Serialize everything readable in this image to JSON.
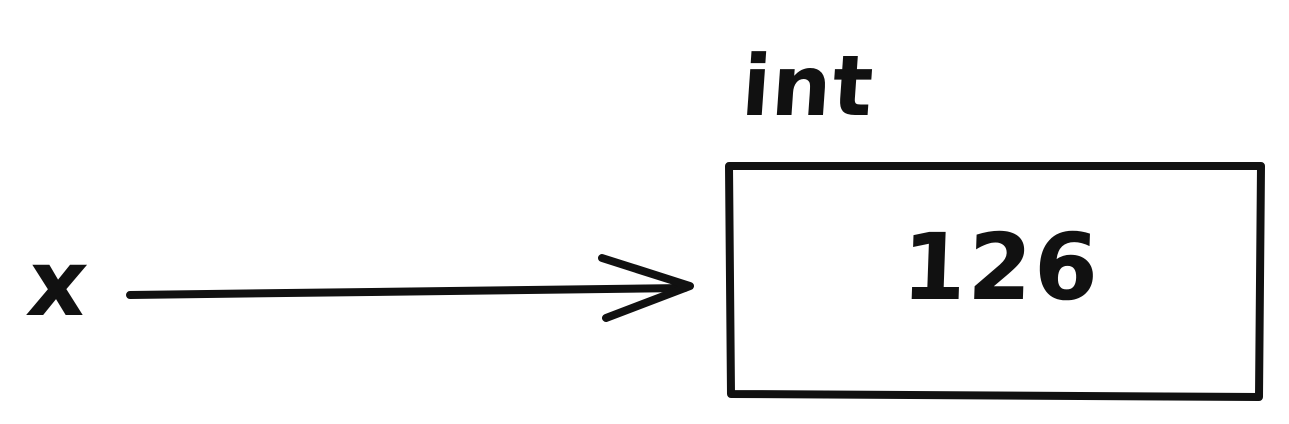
{
  "variable": {
    "name": "x"
  },
  "object": {
    "type": "int",
    "value": "126"
  },
  "colors": {
    "ink": "#111111",
    "background": "#ffffff"
  }
}
